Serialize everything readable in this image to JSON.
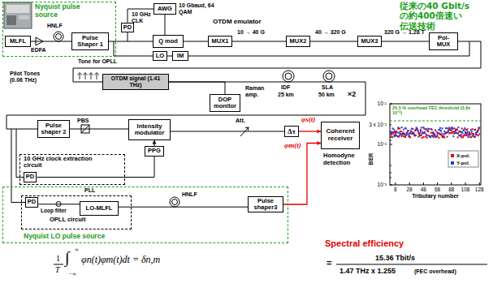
{
  "diagram": {
    "nodes": [
      {
        "text": [
          "Nyquist pulse source"
        ]
      },
      {
        "text": [
          "MLFL"
        ],
        "in": 0
      },
      {
        "text": [
          "Pulse Shaper 1"
        ],
        "in": 0
      },
      {
        "text": [
          "PD"
        ]
      },
      {
        "text": [
          "AWG"
        ]
      },
      {
        "text": [
          "Q mod"
        ]
      },
      {
        "text": [
          "LO"
        ]
      },
      {
        "text": [
          "IM"
        ]
      },
      {
        "text": [
          "MUX1"
        ]
      },
      {
        "text": [
          "MUX2"
        ]
      },
      {
        "text": [
          "MUX3"
        ]
      },
      {
        "text": [
          "Pol-MUX"
        ]
      },
      {
        "text": [
          "OTDM signal (1.41 THz)"
        ]
      },
      {
        "text": [
          "DOP monitor"
        ]
      },
      {
        "text": [
          "Pulse shaper 2"
        ]
      },
      {
        "text": [
          "Intensity modulator"
        ]
      },
      {
        "text": [
          "Δτ"
        ]
      },
      {
        "text": [
          "Coherent receiver"
        ]
      },
      {
        "text": [
          "10 GHz clock extraction circuit"
        ]
      },
      {
        "text": [
          "PD"
        ],
        "in": 18
      },
      {
        "text": [
          "PPG"
        ]
      },
      {
        "text": [
          "Nyquist LO pulse source"
        ]
      },
      {
        "text": [
          "OPLL circuit"
        ],
        "in": 21
      },
      {
        "text": [
          "PD"
        ],
        "in": 22
      },
      {
        "text": [
          "LO-MLFL"
        ],
        "in": 22
      },
      {
        "text": [
          "Pulse shaper3"
        ],
        "in": 21
      }
    ],
    "edges": [
      {
        "from": 1,
        "to": 2,
        "arrow": "none"
      },
      {
        "from": 2,
        "to": 5,
        "arrow": "none"
      },
      {
        "from": 3,
        "to": 4,
        "arrow": "none"
      },
      {
        "from": 4,
        "to": 5,
        "arrow": "none"
      },
      {
        "from": 5,
        "to": 8,
        "arrow": "none"
      },
      {
        "from": 8,
        "to": 9,
        "arrow": "none"
      },
      {
        "from": 9,
        "to": 10,
        "arrow": "none"
      },
      {
        "from": 10,
        "to": 11,
        "arrow": "none"
      },
      {
        "from": 6,
        "to": 7,
        "arrow": "none"
      },
      {
        "from": 12,
        "to": 13,
        "arrow": "none"
      },
      {
        "from": 14,
        "to": 15,
        "arrow": "none"
      },
      {
        "from": 20,
        "to": 15,
        "arrow": "to"
      },
      {
        "from": 15,
        "to": 16,
        "arrow": "none"
      },
      {
        "from": 16,
        "to": 17,
        "arrow": "to",
        "label": "φs(t)"
      },
      {
        "from": 19,
        "to": 20,
        "arrow": "none"
      },
      {
        "from": 23,
        "to": 24,
        "arrow": "none"
      },
      {
        "from": 24,
        "to": 25,
        "arrow": "none"
      },
      {
        "from": 25,
        "to": 17,
        "arrow": "to",
        "label": "φm(t)"
      }
    ],
    "labels": [
      "HNLF",
      "EDFA",
      "10 GHz CLK",
      "10 Gbaud, 64 QAM",
      "Tone for OPLL",
      "OTDM emulator",
      "10 → 40 G",
      "40 → 320 G",
      "320 G → 1.28 T",
      "Pilot Tones (0.06 THz)",
      "Raman amp.",
      "IDF",
      "25 km",
      "SLA",
      "50 km",
      "×2",
      "PBS",
      "Att.",
      "Homodyne detection",
      "PLL",
      "Loop filter",
      "HNLF",
      "1",
      "T",
      "∫",
      "∞",
      "−∞",
      "φn(t)φm(t)dt = δn,m",
      "従来の40 Gbit/s の約400倍速い 伝送技術",
      "10⁻¹",
      "3 x 10⁻²",
      "10⁻²",
      "10⁻³",
      "25.5 % overhead FEC threshold (3.8x 10⁻²)",
      "8",
      "28",
      "48",
      "68",
      "88",
      "108",
      "128",
      "Tributary number",
      "BER",
      "Spectral efficiency",
      "=",
      "15.36 Tbit/s",
      "1.47 THz x 1.255",
      "(FEC overhead)"
    ],
    "legend": [
      {
        "text": "X-pol.",
        "color": "#e00000"
      },
      {
        "text": "Y-pol.",
        "color": "#1f3fd6"
      }
    ]
  }
}
